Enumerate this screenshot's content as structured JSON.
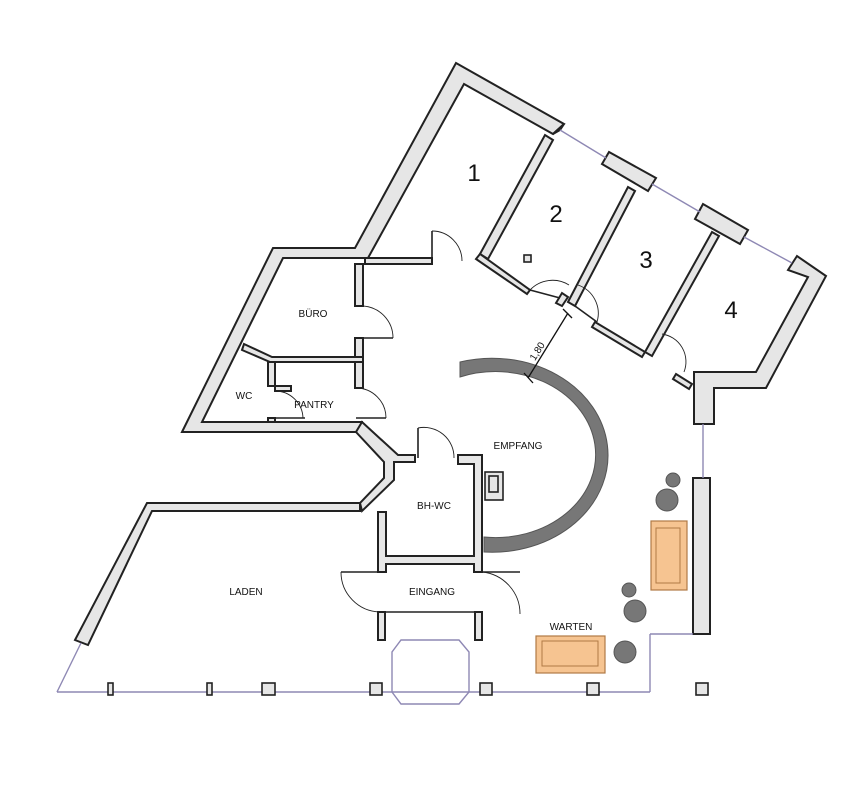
{
  "rooms": {
    "room_1": "1",
    "room_2": "2",
    "room_3": "3",
    "room_4": "4",
    "buero": "BÜRO",
    "wc": "WC",
    "pantry": "PANTRY",
    "empfang": "EMPFANG",
    "bh_wc": "BH-WC",
    "laden": "LADEN",
    "eingang": "EINGANG",
    "warten": "WARTEN"
  },
  "dimension": {
    "label": "1,80"
  },
  "colors": {
    "wall_fill": "#e6e6e6",
    "wall_stroke": "#222222",
    "glass_line": "#8e88b4",
    "reception_desk": "#777777",
    "furniture": "#f6c491",
    "plants": "#777777"
  }
}
